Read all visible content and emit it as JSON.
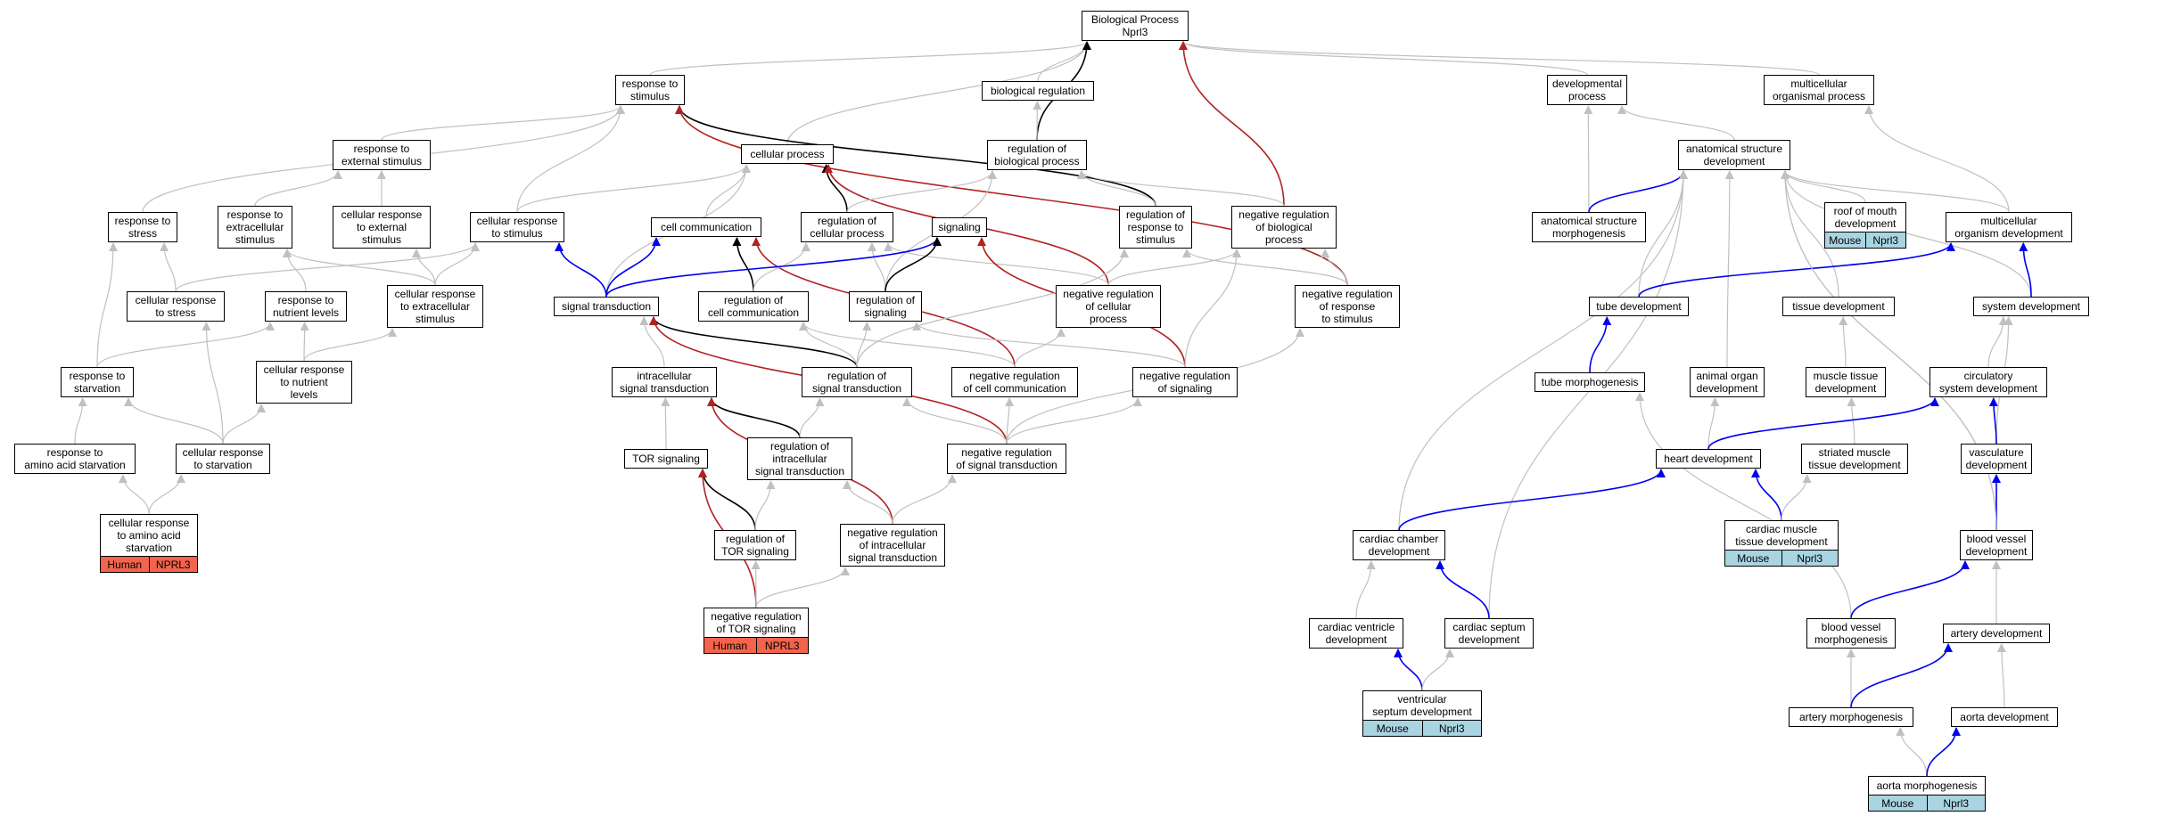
{
  "colors": {
    "gray_edge": "#c0c0c0",
    "black_edge": "#000000",
    "red_edge": "#b22222",
    "blue_edge": "#0000ee",
    "human_fill": "#f4634b",
    "mouse_fill": "#a9d4e2"
  },
  "nodes": {
    "bp_root": "Biological Process\nNprl3",
    "resp_stim": "response to\nstimulus",
    "bio_reg": "biological regulation",
    "dev_proc": "developmental\nprocess",
    "multi_org": "multicellular\norganismal process",
    "resp_ext": "response to\nexternal stimulus",
    "cell_proc": "cellular process",
    "reg_bio": "regulation of\nbiological process",
    "anat_dev": "anatomical structure\ndevelopment",
    "resp_stress": "response to\nstress",
    "resp_extracell": "response to\nextracellular\nstimulus",
    "cell_resp_ext": "cellular response\nto external\nstimulus",
    "cell_resp_stim": "cellular response\nto stimulus",
    "cell_comm": "cell communication",
    "reg_cell_proc": "regulation of\ncellular process",
    "signaling": "signaling",
    "reg_resp_stim": "regulation of\nresponse to\nstimulus",
    "neg_reg_bio": "negative regulation\nof biological\nprocess",
    "anat_morph": "anatomical structure\nmorphogenesis",
    "roof_mouth": "roof of mouth\ndevelopment",
    "multi_dev": "multicellular\norganism development",
    "cell_resp_stress": "cellular response\nto stress",
    "resp_nutr": "response to\nnutrient levels",
    "cell_resp_extracell": "cellular response\nto extracellular\nstimulus",
    "sig_trans": "signal transduction",
    "reg_cell_comm": "regulation of\ncell communication",
    "reg_signaling": "regulation of\nsignaling",
    "neg_reg_cell_proc": "negative regulation\nof cellular\nprocess",
    "neg_reg_resp": "negative regulation\nof response\nto stimulus",
    "tube_dev": "tube development",
    "tissue_dev": "tissue development",
    "system_dev": "system development",
    "resp_starv": "response to\nstarvation",
    "cell_resp_nutr": "cellular response\nto nutrient\nlevels",
    "intra_sig": "intracellular\nsignal transduction",
    "reg_sig_trans": "regulation of\nsignal transduction",
    "neg_reg_cell_comm": "negative regulation\nof cell communication",
    "neg_reg_signaling": "negative regulation\nof signaling",
    "tube_morph": "tube morphogenesis",
    "animal_organ": "animal organ\ndevelopment",
    "muscle_tissue": "muscle tissue\ndevelopment",
    "circ_sys": "circulatory\nsystem development",
    "resp_aa_starv": "response to\namino acid starvation",
    "cell_resp_starv": "cellular response\nto starvation",
    "tor_sig": "TOR signaling",
    "reg_intra_sig": "regulation of\nintracellular\nsignal transduction",
    "neg_reg_sig_trans": "negative regulation\nof signal transduction",
    "heart_dev": "heart development",
    "striated": "striated muscle\ntissue development",
    "vasc_dev": "vasculature\ndevelopment",
    "cell_resp_aa": "cellular response\nto amino acid\nstarvation",
    "reg_tor": "regulation of\nTOR signaling",
    "neg_reg_intra": "negative regulation\nof intracellular\nsignal transduction",
    "cardiac_chamber": "cardiac chamber\ndevelopment",
    "cardiac_muscle": "cardiac muscle\ntissue development",
    "blood_vessel_dev": "blood vessel\ndevelopment",
    "neg_reg_tor": "negative regulation\nof TOR signaling",
    "cardiac_vent": "cardiac ventricle\ndevelopment",
    "cardiac_septum": "cardiac septum\ndevelopment",
    "bv_morph": "blood vessel\nmorphogenesis",
    "artery_dev": "artery development",
    "vent_septum": "ventricular\nseptum development",
    "artery_morph": "artery morphogenesis",
    "aorta_dev": "aorta development",
    "aorta_morph": "aorta morphogenesis"
  },
  "annotations": {
    "roof_mouth": [
      "Mouse",
      "Nprl3"
    ],
    "cell_resp_aa": [
      "Human",
      "NPRL3"
    ],
    "neg_reg_tor": [
      "Human",
      "NPRL3"
    ],
    "cardiac_muscle": [
      "Mouse",
      "Nprl3"
    ],
    "vent_septum": [
      "Mouse",
      "Nprl3"
    ],
    "aorta_morph": [
      "Mouse",
      "Nprl3"
    ]
  },
  "edges": [
    [
      "resp_stim",
      "bp_root",
      "gray"
    ],
    [
      "bio_reg",
      "bp_root",
      "gray"
    ],
    [
      "dev_proc",
      "bp_root",
      "gray"
    ],
    [
      "multi_org",
      "bp_root",
      "gray"
    ],
    [
      "cell_proc",
      "bp_root",
      "gray"
    ],
    [
      "reg_bio",
      "bp_root",
      "black"
    ],
    [
      "neg_reg_bio",
      "bp_root",
      "red"
    ],
    [
      "reg_bio",
      "bio_reg",
      "gray"
    ],
    [
      "resp_ext",
      "resp_stim",
      "gray"
    ],
    [
      "resp_stress",
      "resp_stim",
      "gray"
    ],
    [
      "cell_resp_stim",
      "resp_stim",
      "gray"
    ],
    [
      "reg_resp_stim",
      "resp_stim",
      "black"
    ],
    [
      "neg_reg_resp",
      "resp_stim",
      "red"
    ],
    [
      "resp_extracell",
      "resp_ext",
      "gray"
    ],
    [
      "cell_resp_ext",
      "resp_ext",
      "gray"
    ],
    [
      "cell_comm",
      "cell_proc",
      "gray"
    ],
    [
      "reg_cell_proc",
      "cell_proc",
      "black"
    ],
    [
      "cell_resp_stim",
      "cell_proc",
      "gray"
    ],
    [
      "neg_reg_cell_proc",
      "cell_proc",
      "red"
    ],
    [
      "sig_trans",
      "cell_proc",
      "gray"
    ],
    [
      "reg_cell_proc",
      "reg_bio",
      "gray"
    ],
    [
      "reg_resp_stim",
      "reg_bio",
      "gray"
    ],
    [
      "neg_reg_bio",
      "reg_bio",
      "gray"
    ],
    [
      "reg_signaling",
      "reg_bio",
      "gray"
    ],
    [
      "anat_morph",
      "dev_proc",
      "gray"
    ],
    [
      "anat_dev",
      "dev_proc",
      "gray"
    ],
    [
      "multi_dev",
      "multi_org",
      "gray"
    ],
    [
      "cell_resp_stress",
      "resp_stress",
      "gray"
    ],
    [
      "resp_starv",
      "resp_stress",
      "gray"
    ],
    [
      "resp_nutr",
      "resp_extracell",
      "gray"
    ],
    [
      "cell_resp_extracell",
      "resp_extracell",
      "gray"
    ],
    [
      "cell_resp_extracell",
      "cell_resp_ext",
      "gray"
    ],
    [
      "cell_resp_stress",
      "cell_resp_stim",
      "gray"
    ],
    [
      "cell_resp_extracell",
      "cell_resp_stim",
      "gray"
    ],
    [
      "sig_trans",
      "cell_resp_stim",
      "blue"
    ],
    [
      "sig_trans",
      "cell_comm",
      "blue"
    ],
    [
      "reg_cell_comm",
      "cell_comm",
      "black"
    ],
    [
      "neg_reg_cell_comm",
      "cell_comm",
      "red"
    ],
    [
      "reg_cell_comm",
      "reg_cell_proc",
      "gray"
    ],
    [
      "reg_signaling",
      "reg_cell_proc",
      "gray"
    ],
    [
      "neg_reg_cell_proc",
      "reg_cell_proc",
      "gray"
    ],
    [
      "sig_trans",
      "signaling",
      "blue"
    ],
    [
      "reg_signaling",
      "signaling",
      "black"
    ],
    [
      "neg_reg_signaling",
      "signaling",
      "red"
    ],
    [
      "reg_sig_trans",
      "reg_resp_stim",
      "gray"
    ],
    [
      "neg_reg_resp",
      "reg_resp_stim",
      "gray"
    ],
    [
      "neg_reg_cell_proc",
      "neg_reg_bio",
      "gray"
    ],
    [
      "neg_reg_resp",
      "neg_reg_bio",
      "gray"
    ],
    [
      "neg_reg_signaling",
      "neg_reg_bio",
      "gray"
    ],
    [
      "anat_morph",
      "anat_dev",
      "blue"
    ],
    [
      "roof_mouth",
      "anat_dev",
      "gray"
    ],
    [
      "multi_dev",
      "anat_dev",
      "gray"
    ],
    [
      "tube_dev",
      "anat_dev",
      "gray"
    ],
    [
      "tissue_dev",
      "anat_dev",
      "gray"
    ],
    [
      "animal_organ",
      "anat_dev",
      "gray"
    ],
    [
      "system_dev",
      "anat_dev",
      "gray"
    ],
    [
      "cardiac_chamber",
      "anat_dev",
      "gray"
    ],
    [
      "cardiac_septum",
      "anat_dev",
      "gray"
    ],
    [
      "blood_vessel_dev",
      "anat_dev",
      "gray"
    ],
    [
      "tube_dev",
      "multi_dev",
      "blue"
    ],
    [
      "system_dev",
      "multi_dev",
      "blue"
    ],
    [
      "cell_resp_starv",
      "cell_resp_stress",
      "gray"
    ],
    [
      "resp_starv",
      "resp_nutr",
      "gray"
    ],
    [
      "cell_resp_nutr",
      "resp_nutr",
      "gray"
    ],
    [
      "cell_resp_nutr",
      "cell_resp_extracell",
      "gray"
    ],
    [
      "intra_sig",
      "sig_trans",
      "gray"
    ],
    [
      "reg_sig_trans",
      "sig_trans",
      "black"
    ],
    [
      "neg_reg_sig_trans",
      "sig_trans",
      "red"
    ],
    [
      "reg_sig_trans",
      "reg_cell_comm",
      "gray"
    ],
    [
      "neg_reg_cell_comm",
      "reg_cell_comm",
      "gray"
    ],
    [
      "reg_sig_trans",
      "reg_signaling",
      "gray"
    ],
    [
      "neg_reg_signaling",
      "reg_signaling",
      "gray"
    ],
    [
      "neg_reg_cell_comm",
      "neg_reg_cell_proc",
      "gray"
    ],
    [
      "neg_reg_sig_trans",
      "neg_reg_resp",
      "gray"
    ],
    [
      "tube_morph",
      "tube_dev",
      "blue"
    ],
    [
      "muscle_tissue",
      "tissue_dev",
      "gray"
    ],
    [
      "circ_sys",
      "system_dev",
      "gray"
    ],
    [
      "vasc_dev",
      "system_dev",
      "gray"
    ],
    [
      "resp_aa_starv",
      "resp_starv",
      "gray"
    ],
    [
      "cell_resp_starv",
      "resp_starv",
      "gray"
    ],
    [
      "cell_resp_starv",
      "cell_resp_nutr",
      "gray"
    ],
    [
      "tor_sig",
      "intra_sig",
      "gray"
    ],
    [
      "reg_intra_sig",
      "intra_sig",
      "black"
    ],
    [
      "neg_reg_intra",
      "intra_sig",
      "red"
    ],
    [
      "reg_intra_sig",
      "reg_sig_trans",
      "gray"
    ],
    [
      "neg_reg_sig_trans",
      "reg_sig_trans",
      "gray"
    ],
    [
      "neg_reg_sig_trans",
      "neg_reg_cell_comm",
      "gray"
    ],
    [
      "neg_reg_sig_trans",
      "neg_reg_signaling",
      "gray"
    ],
    [
      "heart_dev",
      "animal_organ",
      "gray"
    ],
    [
      "striated",
      "muscle_tissue",
      "gray"
    ],
    [
      "heart_dev",
      "circ_sys",
      "blue"
    ],
    [
      "vasc_dev",
      "circ_sys",
      "blue"
    ],
    [
      "bv_morph",
      "tube_morph",
      "gray"
    ],
    [
      "cell_resp_aa",
      "resp_aa_starv",
      "gray"
    ],
    [
      "cell_resp_aa",
      "cell_resp_starv",
      "gray"
    ],
    [
      "reg_tor",
      "tor_sig",
      "black"
    ],
    [
      "neg_reg_tor",
      "tor_sig",
      "red"
    ],
    [
      "reg_tor",
      "reg_intra_sig",
      "gray"
    ],
    [
      "neg_reg_intra",
      "reg_intra_sig",
      "gray"
    ],
    [
      "neg_reg_intra",
      "neg_reg_sig_trans",
      "gray"
    ],
    [
      "cardiac_chamber",
      "heart_dev",
      "blue"
    ],
    [
      "cardiac_muscle",
      "heart_dev",
      "blue"
    ],
    [
      "cardiac_muscle",
      "striated",
      "gray"
    ],
    [
      "blood_vessel_dev",
      "vasc_dev",
      "blue"
    ],
    [
      "blood_vessel_dev",
      "anat_dev",
      "gray"
    ],
    [
      "neg_reg_tor",
      "reg_tor",
      "gray"
    ],
    [
      "neg_reg_tor",
      "neg_reg_intra",
      "gray"
    ],
    [
      "cardiac_vent",
      "cardiac_chamber",
      "gray"
    ],
    [
      "cardiac_septum",
      "cardiac_chamber",
      "blue"
    ],
    [
      "bv_morph",
      "blood_vessel_dev",
      "blue"
    ],
    [
      "artery_dev",
      "blood_vessel_dev",
      "gray"
    ],
    [
      "vent_septum",
      "cardiac_vent",
      "blue"
    ],
    [
      "vent_septum",
      "cardiac_septum",
      "gray"
    ],
    [
      "artery_morph",
      "bv_morph",
      "gray"
    ],
    [
      "artery_morph",
      "artery_dev",
      "blue"
    ],
    [
      "aorta_dev",
      "artery_dev",
      "gray"
    ],
    [
      "aorta_morph",
      "artery_morph",
      "gray"
    ],
    [
      "aorta_morph",
      "aorta_dev",
      "blue"
    ]
  ]
}
